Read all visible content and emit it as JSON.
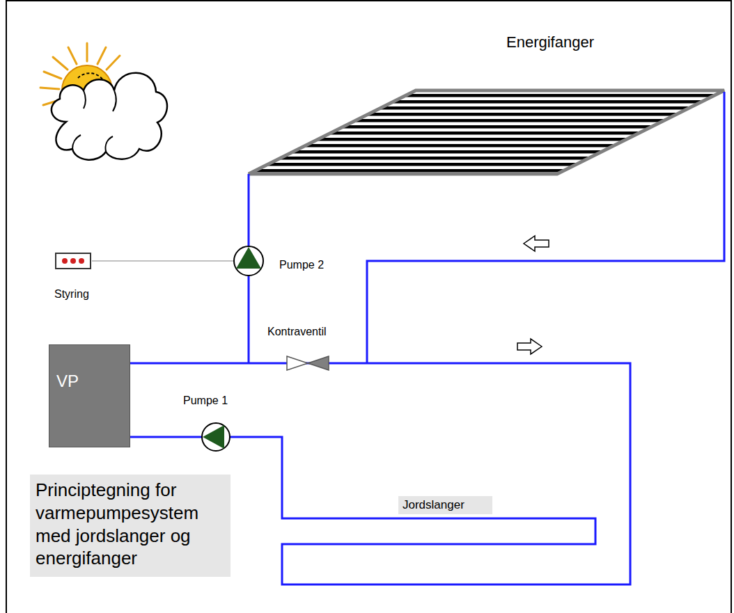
{
  "diagram": {
    "caption": "Principtegning for varmepumpesystem med jordslanger og energifanger",
    "nodes": [
      {
        "text": [
          "VP"
        ]
      }
    ],
    "labels": [
      "Energifanger",
      "Pumpe 2",
      "Styring",
      "Kontraventil",
      "Pumpe 1",
      "Jordslanger"
    ]
  }
}
